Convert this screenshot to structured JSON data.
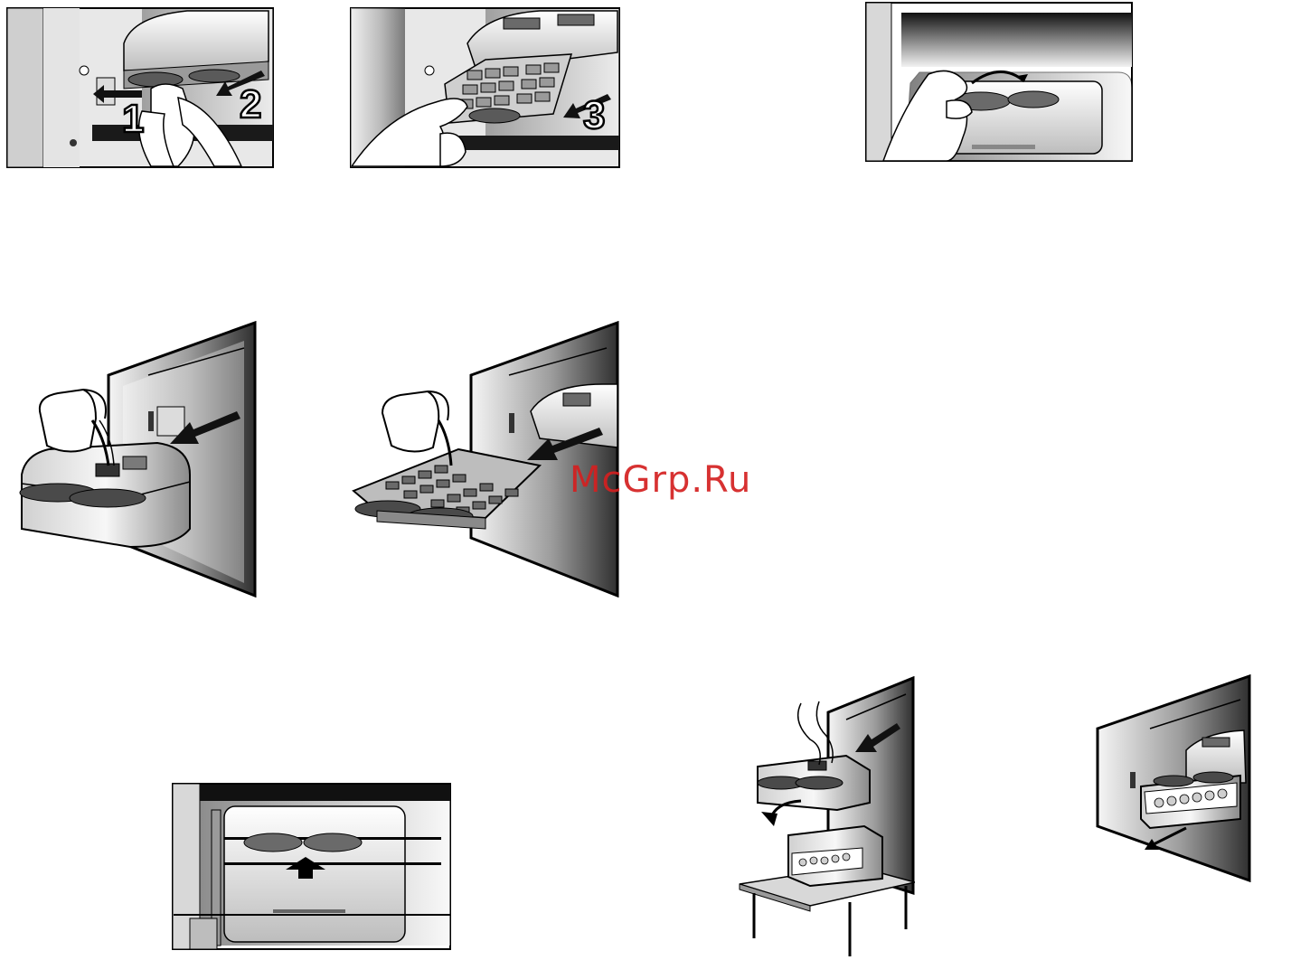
{
  "watermark": "McGrp.Ru",
  "colors": {
    "ink": "#000000",
    "paper": "#ffffff",
    "watermark": "#d42020",
    "shade_light": "#e6e6e6",
    "shade_mid": "#9a9a9a",
    "shade_dark": "#3a3a3a"
  },
  "panels": {
    "remove_tray": {
      "step_1": "1",
      "step_2": "2"
    },
    "slide_tray": {
      "step_3": "3"
    },
    "turn_knob": {},
    "fill_box": {},
    "fill_tray": {},
    "push_knob": {},
    "empty_box": {},
    "pull_box": {}
  }
}
